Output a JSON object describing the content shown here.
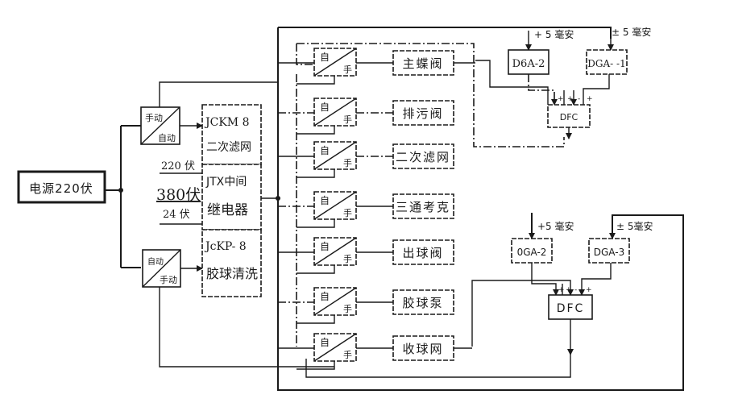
{
  "diagram": {
    "power_source": {
      "label": "电源220伏"
    },
    "mode_switches_left": [
      {
        "top": "手动",
        "bottom": "自动"
      },
      {
        "top": "自动",
        "bottom": "手动"
      }
    ],
    "controllers": [
      {
        "model": "JCKM 8",
        "name": "二次滤网"
      },
      {
        "model": "JTX中间",
        "name": "继电器"
      },
      {
        "model": "JcKP- 8",
        "name": "胶球清洗"
      }
    ],
    "voltages": [
      "220 伏",
      "380伏",
      "24 伏"
    ],
    "switch_rows": [
      {
        "auto": "自",
        "manual": "手",
        "device": "主蝶阀"
      },
      {
        "auto": "自",
        "manual": "手",
        "device": "排污阀"
      },
      {
        "auto": "自",
        "manual": "手",
        "device": "二次滤网"
      },
      {
        "auto": "自",
        "manual": "手",
        "device": "三通考克"
      },
      {
        "auto": "自",
        "manual": "手",
        "device": "出球阀"
      },
      {
        "auto": "自",
        "manual": "手",
        "device": "胶球泵"
      },
      {
        "auto": "自",
        "manual": "手",
        "device": "收球网"
      }
    ],
    "upper_sensor_group": {
      "signal_left": "+ 5 毫安",
      "signal_right": "± 5 毫安",
      "sensor_left": "D6A-2",
      "sensor_right": "DGA- -1",
      "converter": "DFC",
      "pins": [
        "+",
        "+",
        "-",
        "+"
      ]
    },
    "lower_sensor_group": {
      "signal_left": "+5 毫安",
      "signal_right": "± 5毫安",
      "sensor_left": "0GA-2",
      "sensor_right": "DGA-3",
      "converter": "DFC",
      "pins": [
        "+",
        "+",
        "-",
        "+"
      ]
    }
  }
}
